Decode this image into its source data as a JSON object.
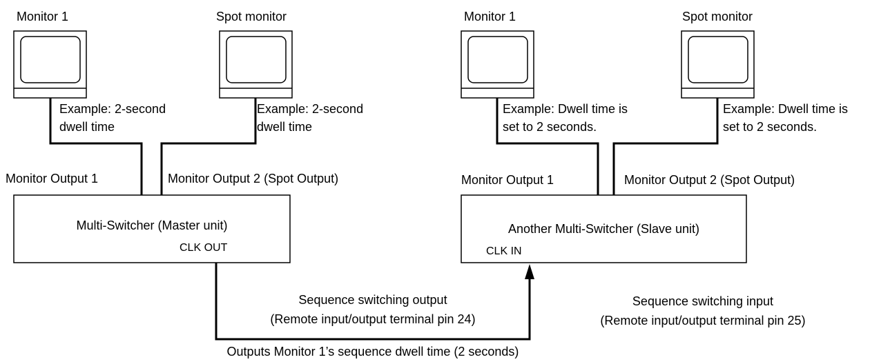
{
  "left": {
    "monitor1": {
      "title": "Monitor 1",
      "example_line1": "Example: 2-second",
      "example_line2": "dwell time",
      "output_label": "Monitor Output 1"
    },
    "spot": {
      "title": "Spot monitor",
      "example_line1": "Example: 2-second",
      "example_line2": "dwell time",
      "output_label": "Monitor Output 2 (Spot Output)"
    },
    "switcher": {
      "title": "Multi-Switcher (Master unit)",
      "port": "CLK OUT"
    }
  },
  "right": {
    "monitor1": {
      "title": "Monitor 1",
      "example_line1": "Example: Dwell time is",
      "example_line2": "set to 2 seconds.",
      "output_label": "Monitor Output 1"
    },
    "spot": {
      "title": "Spot monitor",
      "example_line1": "Example: Dwell time is",
      "example_line2": "set to 2 seconds.",
      "output_label": "Monitor Output 2 (Spot Output)"
    },
    "switcher": {
      "title": "Another Multi-Switcher (Slave unit)",
      "port": "CLK IN"
    }
  },
  "connection": {
    "output_line1": "Sequence switching output",
    "output_line2": "(Remote input/output terminal pin 24)",
    "input_line1": "Sequence switching input",
    "input_line2": "(Remote input/output terminal pin 25)",
    "bottom_caption": "Outputs Monitor 1’s sequence dwell time (2 seconds)"
  }
}
